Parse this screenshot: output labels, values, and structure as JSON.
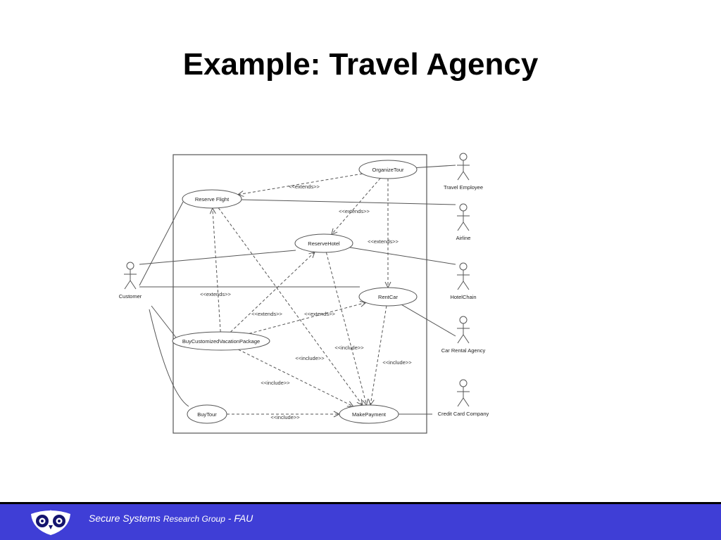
{
  "slide": {
    "title": "Example: Travel Agency"
  },
  "diagram": {
    "use_cases": [
      {
        "id": "organize_tour",
        "label": "OrganizeTour"
      },
      {
        "id": "reserve_flight",
        "label": "Reserve Flight"
      },
      {
        "id": "reserve_hotel",
        "label": "ReserveHotel"
      },
      {
        "id": "rent_car",
        "label": "RentCar"
      },
      {
        "id": "buy_package",
        "label": "BuyCustomizedVacationPackage"
      },
      {
        "id": "buy_tour",
        "label": "BuyTour"
      },
      {
        "id": "make_payment",
        "label": "MakePayment"
      }
    ],
    "actors": [
      {
        "id": "travel_employee",
        "label": "Travel Employee"
      },
      {
        "id": "airline",
        "label": "Airline"
      },
      {
        "id": "hotel_chain",
        "label": "HotelChain"
      },
      {
        "id": "customer",
        "label": "Customer"
      },
      {
        "id": "car_rental",
        "label": "Car Rental Agency"
      },
      {
        "id": "credit_card",
        "label": "Credit Card Company"
      }
    ],
    "associations": [
      {
        "from": "travel_employee",
        "to": "organize_tour"
      },
      {
        "from": "airline",
        "to": "reserve_flight"
      },
      {
        "from": "hotel_chain",
        "to": "reserve_hotel"
      },
      {
        "from": "car_rental",
        "to": "rent_car"
      },
      {
        "from": "credit_card",
        "to": "make_payment"
      },
      {
        "from": "customer",
        "to": "reserve_flight"
      },
      {
        "from": "customer",
        "to": "reserve_hotel"
      },
      {
        "from": "customer",
        "to": "rent_car"
      },
      {
        "from": "customer",
        "to": "buy_package"
      },
      {
        "from": "customer",
        "to": "buy_tour"
      }
    ],
    "dependencies": [
      {
        "from": "organize_tour",
        "to": "reserve_flight",
        "label": "<<extends>>"
      },
      {
        "from": "organize_tour",
        "to": "reserve_hotel",
        "label": "<<extends>>"
      },
      {
        "from": "organize_tour",
        "to": "rent_car",
        "label": "<<extends>>"
      },
      {
        "from": "buy_package",
        "to": "reserve_flight",
        "label": "<<extends>>"
      },
      {
        "from": "buy_package",
        "to": "reserve_hotel",
        "label": "<<extends>>"
      },
      {
        "from": "buy_package",
        "to": "rent_car",
        "label": "<<extends>>"
      },
      {
        "from": "reserve_flight",
        "to": "make_payment",
        "label": "<<include>>"
      },
      {
        "from": "reserve_hotel",
        "to": "make_payment",
        "label": "<<include>>"
      },
      {
        "from": "rent_car",
        "to": "make_payment",
        "label": "<<include>>"
      },
      {
        "from": "buy_package",
        "to": "make_payment",
        "label": "<<include>>"
      },
      {
        "from": "buy_tour",
        "to": "make_payment",
        "label": "<<include>>"
      }
    ]
  },
  "footer": {
    "text_main": "Secure Systems",
    "text_small": "Research Group",
    "text_end": "- FAU",
    "bar_color": "#3f3ed6",
    "logo": "owl-logo-icon"
  }
}
